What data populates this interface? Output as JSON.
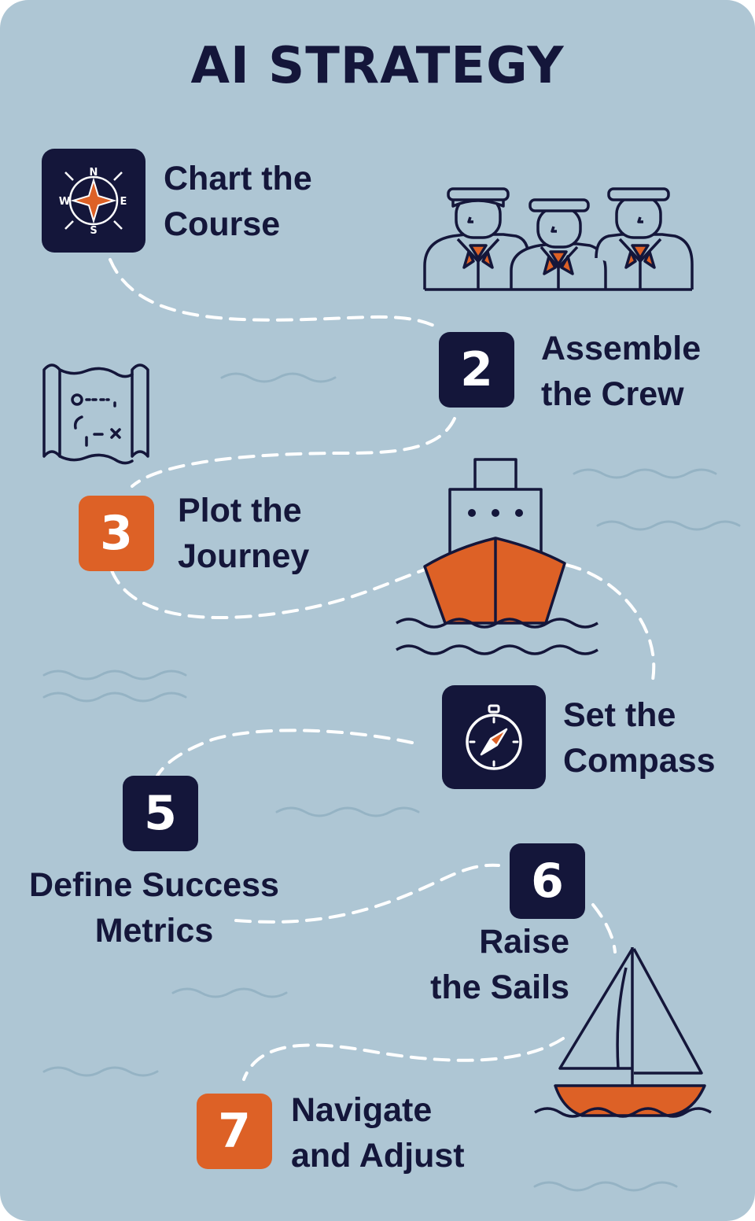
{
  "title": "AI STRATEGY",
  "colors": {
    "background": "#aec6d4",
    "navy": "#14163a",
    "orange": "#dd6126",
    "white": "#ffffff"
  },
  "steps": [
    {
      "marker": "compass-rose-icon",
      "lines": [
        "Chart the",
        "Course"
      ],
      "compass_letters": [
        "N",
        "E",
        "S",
        "W"
      ]
    },
    {
      "number": "2",
      "lines": [
        "Assemble",
        "the Crew"
      ]
    },
    {
      "number": "3",
      "lines": [
        "Plot the",
        "Journey"
      ]
    },
    {
      "marker": "compass-icon",
      "lines": [
        "Set the",
        "Compass"
      ]
    },
    {
      "number": "5",
      "lines": [
        "Define Success",
        "Metrics"
      ]
    },
    {
      "number": "6",
      "lines": [
        "Raise",
        "the Sails"
      ]
    },
    {
      "number": "7",
      "lines": [
        "Navigate",
        "and Adjust"
      ]
    }
  ],
  "illustrations": [
    "sailors-crew-icon",
    "treasure-map-icon",
    "ship-icon",
    "sailboat-icon"
  ]
}
